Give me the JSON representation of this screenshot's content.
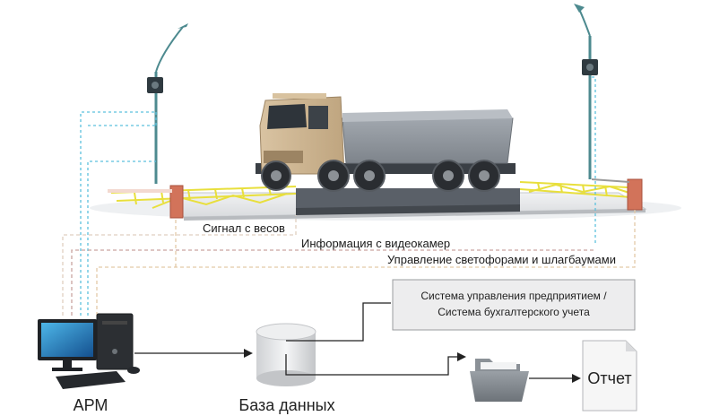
{
  "labels": {
    "signal_scales": "Сигнал с весов",
    "video_info": "Информация с видеокамер",
    "traffic_control": "Управление светофорами и шлагбаумами",
    "erp_line1": "Система управления предприятием /",
    "erp_line2": "Система бухгалтерского учета",
    "workstation": "АРМ",
    "database": "База данных",
    "report": "Отчет"
  },
  "colors": {
    "signal_line": "#e0cfc0",
    "video_line": "#c9a4a0",
    "control_line": "#e3c9a8",
    "network_line": "#5cc1dd",
    "accent_yellow": "#e8df3c",
    "scale_dark": "#5a6068"
  }
}
